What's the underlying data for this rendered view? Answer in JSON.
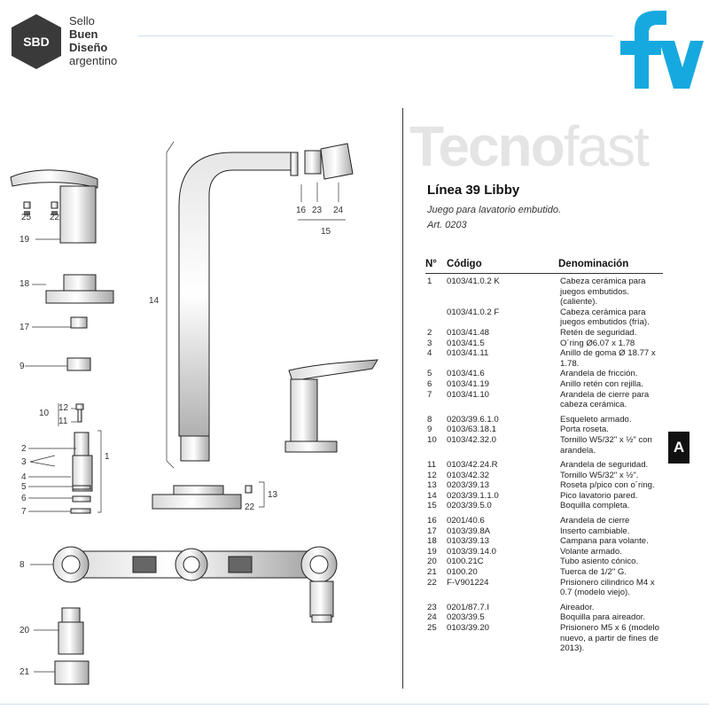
{
  "header": {
    "sbd_badge": "SBD",
    "sbd_line1": "Sello",
    "sbd_line2": "Buen",
    "sbd_line3": "Diseño",
    "sbd_line4": "argentino",
    "brand_logo": "fv",
    "brand_color": "#16a9df"
  },
  "watermark": {
    "part1": "Tecno",
    "part2": "fast"
  },
  "product": {
    "title": "Línea 39 Libby",
    "subtitle": "Juego para lavatorio embutido.",
    "article": "Art. 0203"
  },
  "table": {
    "col_n": "N°",
    "col_code": "Código",
    "col_name": "Denominación",
    "rows": [
      {
        "n": "1",
        "code": "0103/41.0.2 K",
        "name": "Cabeza cerámica para juegos embutidos. (caliente)."
      },
      {
        "n": "",
        "code": "0103/41.0.2 F",
        "name": "Cabeza cerámica para juegos embutidos (fría)."
      },
      {
        "n": "2",
        "code": "0103/41.48",
        "name": "Retén de seguridad."
      },
      {
        "n": "3",
        "code": "0103/41.5",
        "name": "O´ring Ø6.07 x 1.78"
      },
      {
        "n": "4",
        "code": "0103/41.11",
        "name": "Anillo de goma Ø 18.77 x 1.78."
      },
      {
        "n": "5",
        "code": "0103/41.6",
        "name": "Arandela de fricción."
      },
      {
        "n": "6",
        "code": "0103/41.19",
        "name": "Anillo retén con rejilla."
      },
      {
        "n": "7",
        "code": "0103/41.10",
        "name": "Arandela de cierre para cabeza cerámica."
      },
      {
        "n": "8",
        "code": "0203/39.6.1.0",
        "name": "Esqueleto armado."
      },
      {
        "n": "9",
        "code": "0103/63.18.1",
        "name": "Porta roseta."
      },
      {
        "n": "10",
        "code": "0103/42.32.0",
        "name": "Tornillo W5/32\" x ½\" con arandela."
      },
      {
        "n": "11",
        "code": "0103/42.24.R",
        "name": "Arandela de seguridad."
      },
      {
        "n": "12",
        "code": "0103/42.32",
        "name": "Tornillo W5/32\" x ½\"."
      },
      {
        "n": "13",
        "code": "0203/39.13",
        "name": "Roseta p/pico con o´ring."
      },
      {
        "n": "14",
        "code": "0203/39.1.1.0",
        "name": "Pico lavatorio pared."
      },
      {
        "n": "15",
        "code": "0203/39.5.0",
        "name": "Boquilla completa."
      },
      {
        "n": "16",
        "code": "0201/40.6",
        "name": "Arandela de cierre"
      },
      {
        "n": "17",
        "code": "0103/39.8A",
        "name": "Inserto cambiable."
      },
      {
        "n": "18",
        "code": "0103/39.13",
        "name": "Campana para volante."
      },
      {
        "n": "19",
        "code": "0103/39.14.0",
        "name": "Volante armado."
      },
      {
        "n": "20",
        "code": "0100.21C",
        "name": "Tubo asiento cónico."
      },
      {
        "n": "21",
        "code": "0100.20",
        "name": "Tuerca de 1/2\" G."
      },
      {
        "n": "22",
        "code": "F-V901224",
        "name": "Prisionero cilindrico M4 x 0.7 (modelo viejo)."
      },
      {
        "n": "23",
        "code": "0201/87.7.I",
        "name": "Aireador."
      },
      {
        "n": "24",
        "code": "0203/39.5",
        "name": "Boquilla para aireador."
      },
      {
        "n": "25",
        "code": "0103/39.20",
        "name": "Prisionero M5 x 6 (modelo nuevo, a partir de fines de 2013)."
      }
    ]
  },
  "section_tab": "A",
  "callouts": {
    "c25": "25",
    "c22a": "22",
    "c19": "19",
    "c18": "18",
    "c17": "17",
    "c9": "9",
    "c10": "10",
    "c12": "12",
    "c11": "11",
    "c2": "2",
    "c3": "3",
    "c4": "4",
    "c5": "5",
    "c6": "6",
    "c7": "7",
    "c1": "1",
    "c8": "8",
    "c20": "20",
    "c21": "21",
    "c14": "14",
    "c16": "16",
    "c23": "23",
    "c24": "24",
    "c15": "15",
    "c13": "13",
    "c22b": "22"
  }
}
